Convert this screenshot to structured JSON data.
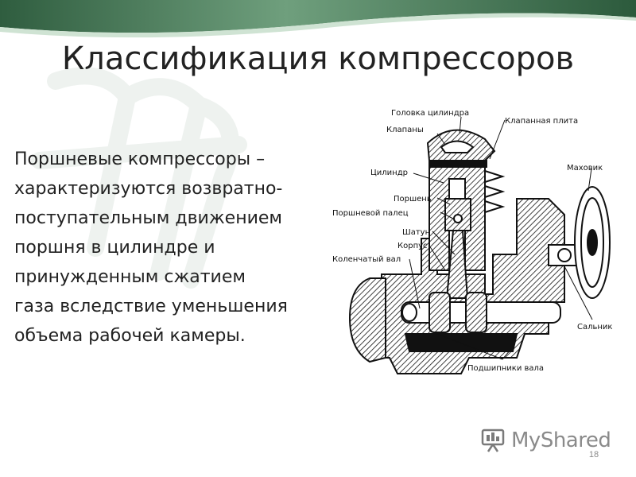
{
  "slide": {
    "title": "Классификация компрессоров",
    "body_lines": [
      "Поршневые компрессоры –",
      "характеризуются возвратно-",
      "поступательным движением",
      "поршня в цилиндре и",
      "принужденным сжатием",
      "газа вследствие уменьшения",
      "объема рабочей камеры."
    ],
    "page_number": "18"
  },
  "diagram": {
    "labels": {
      "cylinder_head": "Головка цилиндра",
      "valves": "Клапаны",
      "valve_plate": "Клапанная плита",
      "cylinder": "Цилиндр",
      "flywheel": "Маховик",
      "piston": "Поршень",
      "piston_pin": "Поршневой палец",
      "connecting_rod": "Шатун",
      "housing": "Корпус",
      "crankshaft": "Коленчатый вал",
      "gland": "Сальник",
      "shaft_bearings": "Подшипники вала"
    }
  },
  "logo": {
    "text": "MyShared"
  },
  "colors": {
    "banner_dark": "#2f5d3f",
    "banner_light": "#8fbf9a",
    "text": "#222222",
    "logo_gray": "#8a8a8a"
  }
}
